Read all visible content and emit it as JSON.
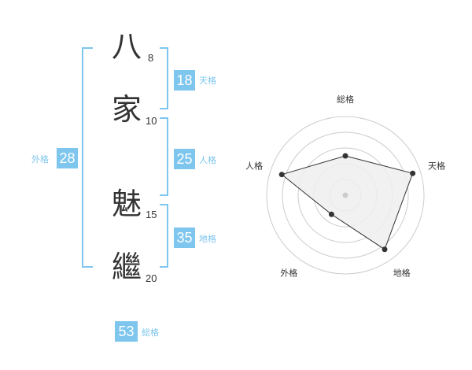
{
  "name": {
    "chars": [
      {
        "char": "八",
        "strokes": "8"
      },
      {
        "char": "家",
        "strokes": "10"
      },
      {
        "char": "魅",
        "strokes": "15"
      },
      {
        "char": "繼",
        "strokes": "20"
      }
    ]
  },
  "kakusu": {
    "tenkaku": {
      "value": "18",
      "label": "天格"
    },
    "jinkaku": {
      "value": "25",
      "label": "人格"
    },
    "chikaku": {
      "value": "35",
      "label": "地格"
    },
    "gaikaku": {
      "value": "28",
      "label": "外格"
    },
    "soukaku": {
      "value": "53",
      "label": "総格"
    }
  },
  "colors": {
    "accent": "#7ec6ee",
    "text": "#333333",
    "radar_fill": "#eeeeee",
    "radar_ring": "#cccccc"
  },
  "chart_data": {
    "type": "radar",
    "axes": [
      "総格",
      "天格",
      "地格",
      "外格",
      "人格"
    ],
    "values": [
      0.5,
      0.9,
      0.85,
      0.3,
      0.85
    ],
    "scale_max": 1,
    "rings": 5
  }
}
